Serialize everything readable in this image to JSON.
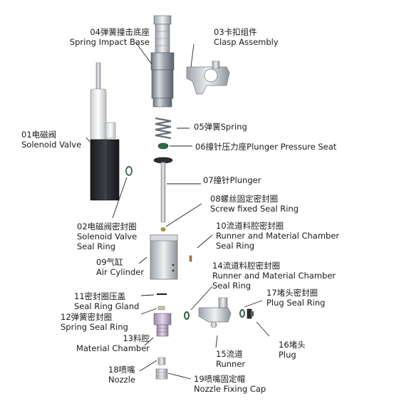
{
  "parts": [
    {
      "id": "p01",
      "zh": "01电磁阀",
      "en": "Solenoid Valve"
    },
    {
      "id": "p02",
      "zh": "02电磁阀密封圈",
      "en": "Solenoid Valve",
      "en2": "Seal Ring"
    },
    {
      "id": "p03",
      "zh": "03卡扣组件",
      "en": "Clasp Assembly"
    },
    {
      "id": "p04",
      "zh": "04弹簧撞击底座",
      "en": "Spring Impact Base"
    },
    {
      "id": "p05",
      "zh": "05弹簧Spring"
    },
    {
      "id": "p06",
      "zh": "06撞针压力座Plunger Pressure Seat"
    },
    {
      "id": "p07",
      "zh": "07撞针Plunger"
    },
    {
      "id": "p08",
      "zh": "08螺丝固定密封圈",
      "en": "Screw  fixed Seal Ring"
    },
    {
      "id": "p09",
      "zh": "09气缸",
      "en": "Air Cylinder"
    },
    {
      "id": "p10",
      "zh": "10流道料腔密封圈",
      "en": "Runner and Material Chamber",
      "en2": "Seal Ring"
    },
    {
      "id": "p11",
      "zh": "11密封圈压盖",
      "en": "Seal Ring Gland"
    },
    {
      "id": "p12",
      "zh": "12弹簧密封圈",
      "en": "Spring Seal Ring"
    },
    {
      "id": "p13",
      "zh": "13料腔",
      "en": "Material Chamber"
    },
    {
      "id": "p14",
      "zh": "14流道料腔密封圈",
      "en": "Runner and Material Chamber",
      "en2": "Seal Ring"
    },
    {
      "id": "p15",
      "zh": "15流道",
      "en": "Runner"
    },
    {
      "id": "p16",
      "zh": "16堵头",
      "en": "Plug"
    },
    {
      "id": "p17",
      "zh": "17堵头密封圈",
      "en": "Plug Seal Ring"
    },
    {
      "id": "p18",
      "zh": "18喷嘴",
      "en": "Nozzle"
    },
    {
      "id": "p19",
      "zh": "19喷嘴固定帽",
      "en": "Nozzle Fixing Cap"
    }
  ]
}
